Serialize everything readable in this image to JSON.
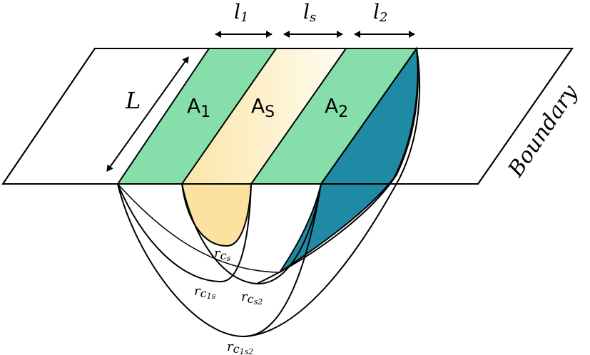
{
  "labels": {
    "l1_base": "l",
    "l1_sub": "1",
    "ls_base": "l",
    "ls_sub": "s",
    "l2_base": "l",
    "l2_sub": "2",
    "L": "L",
    "A1_base": "A",
    "A1_sub": "1",
    "As_base": "A",
    "As_sub": "S",
    "A2_base": "A",
    "A2_sub": "2",
    "boundary": "Boundary",
    "rcs_base": "r",
    "rcs_sub": "c",
    "rcs_subsub": "s",
    "rc1s_base": "r",
    "rc1s_sub": "c",
    "rc1s_subsub": "1s",
    "rcs2_base": "r",
    "rcs2_sub": "c",
    "rcs2_subsub": "s2",
    "rc1s2_base": "r",
    "rc1s2_sub": "c",
    "rc1s2_subsub": "1s2"
  },
  "colors": {
    "green": "#86dfab",
    "yellow_light": "#fffdf2",
    "yellow_dark": "#fbe4a6",
    "yellow_surface": "#fbe2a0",
    "teal": "#1f8aa3",
    "stroke": "#000000"
  }
}
